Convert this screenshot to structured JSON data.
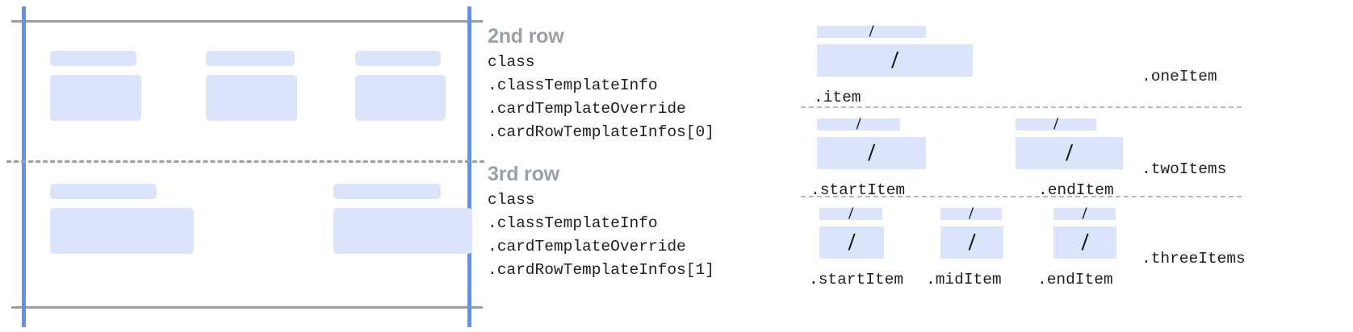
{
  "card_frame": {
    "row_divider_style": "dashed",
    "bound_color": "#5b91f0",
    "edge_color": "#9aa0a6",
    "placeholder_color": "#dbe4fa",
    "rows": [
      {
        "columns": 3
      },
      {
        "columns": 2
      }
    ]
  },
  "row_specs": [
    {
      "title": "2nd row",
      "lines": "class\n.classTemplateInfo\n.cardTemplateOverride\n.cardRowTemplateInfos[0]"
    },
    {
      "title": "3rd row",
      "lines": "class\n.classTemplateInfo\n.cardTemplateOverride\n.cardRowTemplateInfos[1]"
    }
  ],
  "item_variants": [
    {
      "name": ".oneItem",
      "slash_glyph": "/",
      "items": [
        {
          "label": ".item"
        }
      ]
    },
    {
      "name": ".twoItems",
      "slash_glyph": "/",
      "items": [
        {
          "label": ".startItem"
        },
        {
          "label": ".endItem"
        }
      ]
    },
    {
      "name": ".threeItems",
      "slash_glyph": "/",
      "items": [
        {
          "label": ".startItem"
        },
        {
          "label": ".midItem"
        },
        {
          "label": ".endItem"
        }
      ]
    }
  ]
}
